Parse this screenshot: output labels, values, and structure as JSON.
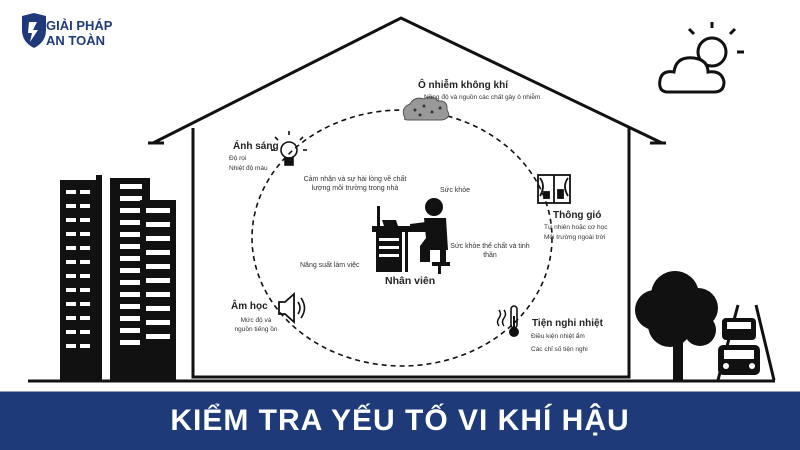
{
  "brand": {
    "line1": "GIẢI PHÁP",
    "line2": "AN TOÀN"
  },
  "center": {
    "label": "Nhân viên"
  },
  "factors": [
    {
      "title": "Ô nhiễm không khí",
      "lines": [
        "Nồng độ và nguồn các chất gây ô nhiễm"
      ]
    },
    {
      "title": "Ánh sáng",
      "lines": [
        "Độ rọi",
        "Nhiệt độ màu"
      ]
    },
    {
      "title": "Thông gió",
      "lines": [
        "Tự nhiên hoặc cơ học",
        "Môi trường ngoài trời"
      ]
    },
    {
      "title": "Âm học",
      "lines": [
        "Mức độ và",
        "nguồn tiếng ồn"
      ]
    },
    {
      "title": "Tiện nghi nhiệt",
      "lines": [
        "Điều kiện nhiệt ẩm",
        "Các chỉ số tiện nghi"
      ]
    }
  ],
  "inner": {
    "perception": "Cảm nhận và sự hài lòng về chất lượng môi trường trong nhà",
    "health": "Sức khỏe",
    "physical": "Sức khỏe thể chất và tinh thần",
    "productivity": "Năng suất làm việc"
  },
  "banner": {
    "title": "KIỂM TRA YẾU TỐ VI KHÍ HẬU"
  }
}
